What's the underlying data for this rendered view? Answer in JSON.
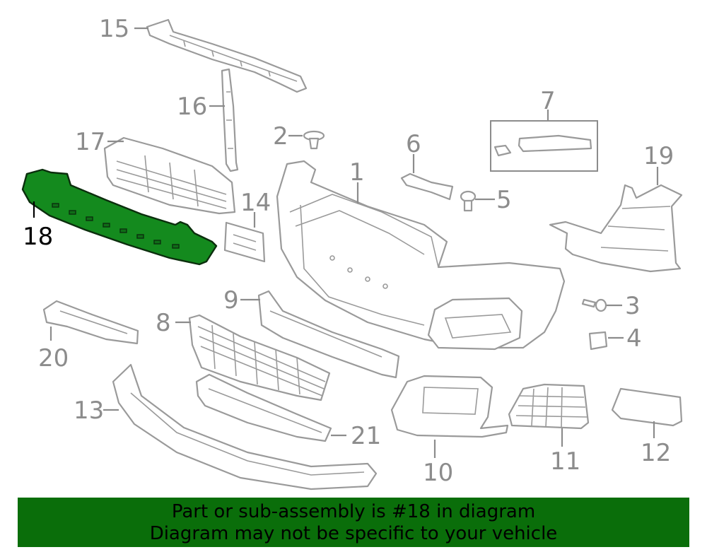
{
  "callouts": {
    "c1": "1",
    "c2": "2",
    "c3": "3",
    "c4": "4",
    "c5": "5",
    "c6": "6",
    "c7": "7",
    "c8": "8",
    "c9": "9",
    "c10": "10",
    "c11": "11",
    "c12": "12",
    "c13": "13",
    "c14": "14",
    "c15": "15",
    "c16": "16",
    "c17": "17",
    "c18": "18",
    "c19": "19",
    "c20": "20",
    "c21": "21"
  },
  "highlighted_part": "18",
  "colors": {
    "highlight_part": "#148a1e",
    "banner_bg": "#0a6e0a",
    "line_art": "#9a9a9a"
  },
  "banner": {
    "line1": "Part or sub-assembly is #18 in diagram",
    "line2": "Diagram may not be specific to your vehicle"
  }
}
